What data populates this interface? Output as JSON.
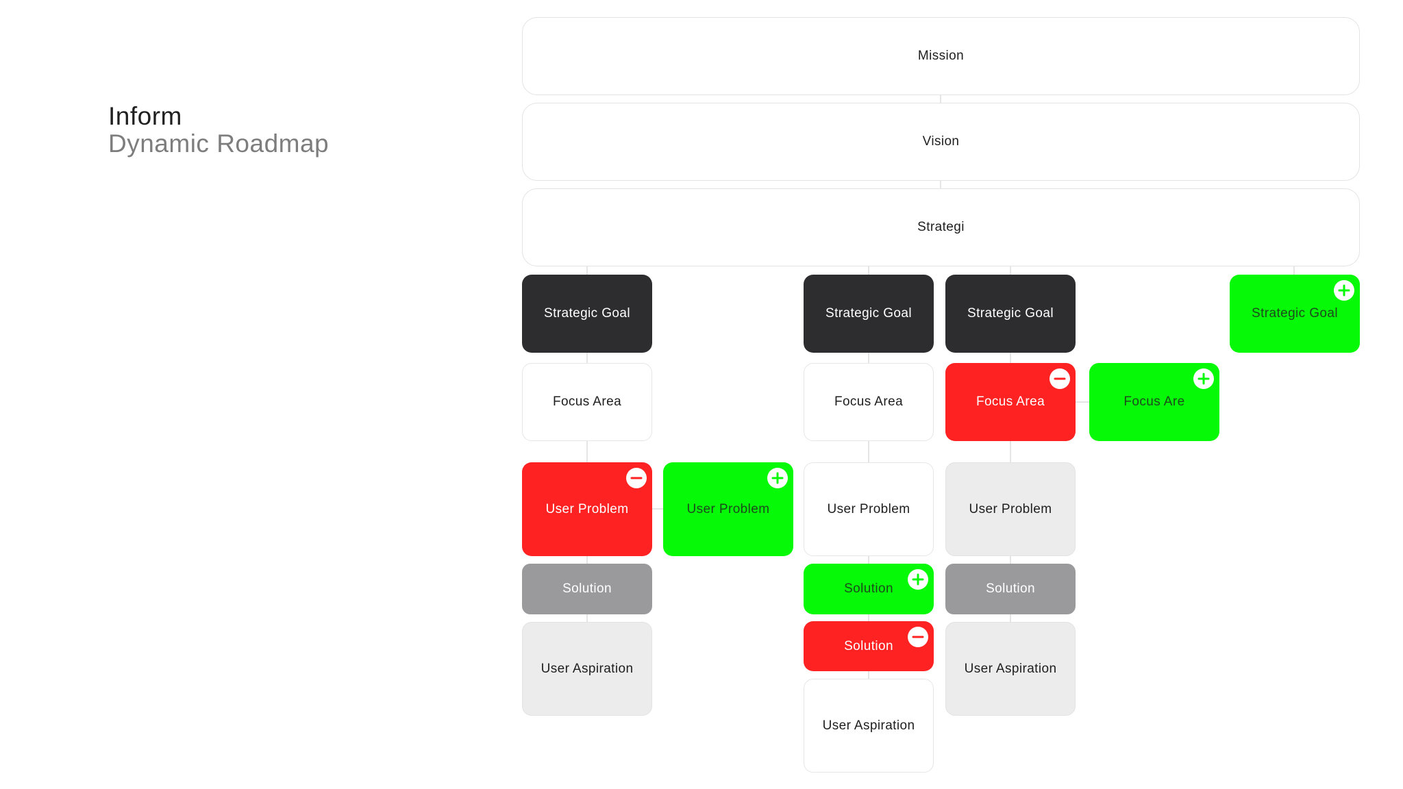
{
  "header": {
    "title": "Inform",
    "subtitle": "Dynamic Roadmap"
  },
  "colors": {
    "dark": "#2d2d2f",
    "added": "#06f906",
    "removed": "#ff2222",
    "neutral": "#9a9a9c",
    "light": "#ececed"
  },
  "levels": {
    "mission": "Mission",
    "vision": "Vision",
    "strategy": "Strategi"
  },
  "nodes": {
    "goal_1": "Strategic Goal",
    "goal_2": "Strategic Goal",
    "goal_3": "Strategic Goal",
    "goal_4": "Strategic Goal",
    "focus_1": "Focus Area",
    "focus_2": "Focus Area",
    "focus_3": "Focus Area",
    "focus_4": "Focus Are",
    "problem_1": "User Problem",
    "problem_2": "User Problem",
    "problem_3": "User Problem",
    "problem_4": "User Problem",
    "solution_1": "Solution",
    "solution_2": "Solution",
    "solution_3": "Solution",
    "solution_4": "Solution",
    "aspiration_1": "User Aspiration",
    "aspiration_2": "User Aspiration",
    "aspiration_3": "User Aspiration"
  },
  "badges": {
    "add_icon": "plus-circle-icon",
    "remove_icon": "minus-circle-icon"
  }
}
